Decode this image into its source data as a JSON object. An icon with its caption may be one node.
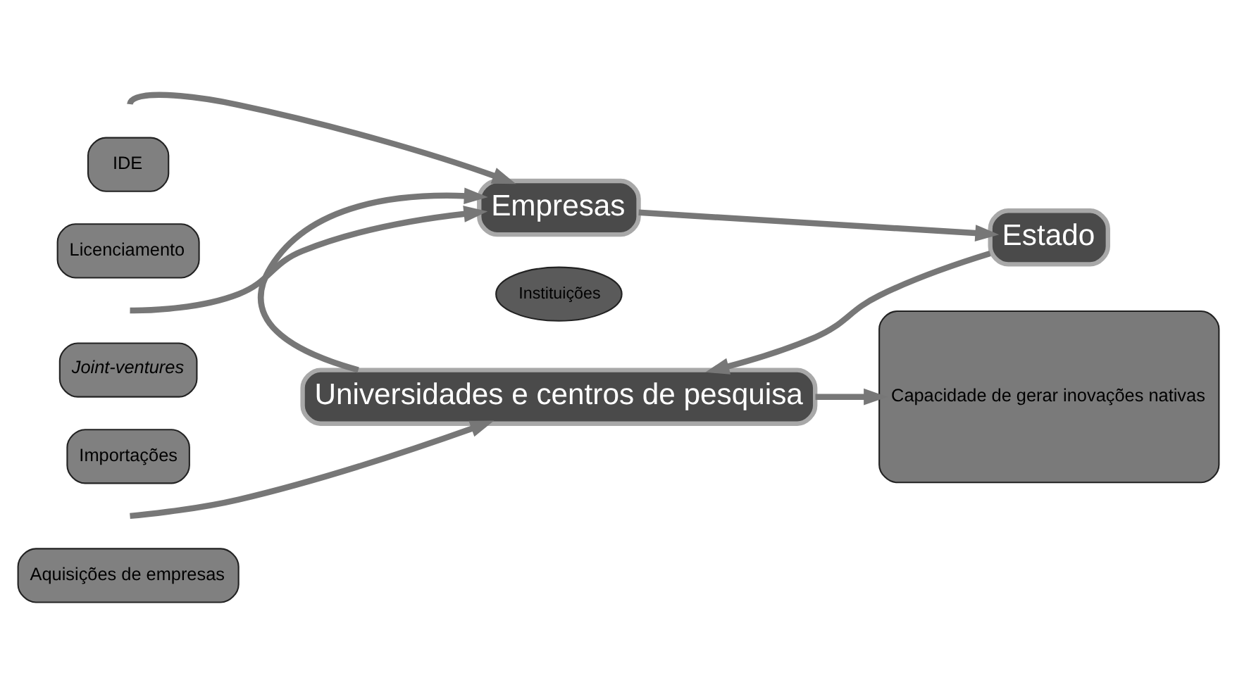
{
  "diagram": {
    "nodes": [
      {
        "text": [
          "IDE"
        ]
      },
      {
        "text": [
          "Licenciamento"
        ]
      },
      {
        "text": [
          "Joint-ventures"
        ]
      },
      {
        "text": [
          "Importações"
        ]
      },
      {
        "text": [
          "Aquisições de empresas"
        ]
      },
      {
        "text": [
          "Empresas"
        ]
      },
      {
        "text": [
          "Estado"
        ]
      },
      {
        "text": [
          "Instituições"
        ]
      },
      {
        "text": [
          "Universidades e centros de pesquisa"
        ]
      },
      {
        "text": [
          "Capacidade de gerar inovações nativas"
        ]
      }
    ],
    "edges": [
      {
        "from": null,
        "to": 5,
        "arrow": "to"
      },
      {
        "from": null,
        "to": 5,
        "arrow": "to"
      },
      {
        "from": null,
        "to": 8,
        "arrow": "to"
      },
      {
        "from": 5,
        "to": 6,
        "arrow": "to"
      },
      {
        "from": 6,
        "to": 8,
        "arrow": "to"
      },
      {
        "from": 8,
        "to": 5,
        "arrow": "to"
      },
      {
        "from": 8,
        "to": 9,
        "arrow": "to"
      }
    ]
  }
}
